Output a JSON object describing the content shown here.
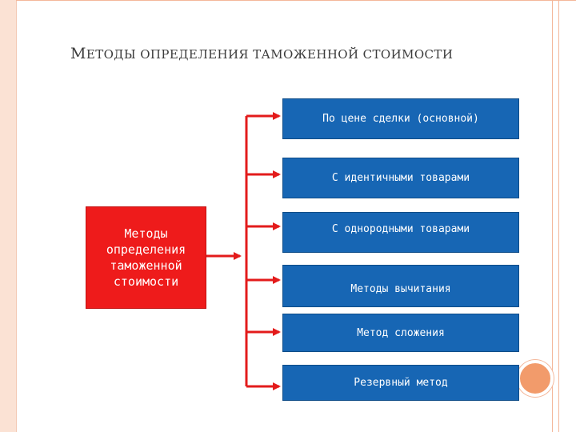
{
  "title": {
    "lead": "М",
    "rest": "ЕТОДЫ ОПРЕДЕЛЕНИЯ ТАМОЖЕННОЙ СТОИМОСТИ"
  },
  "source_box": "Методы определения таможенной стоимости",
  "methods": [
    "По цене сделки (основной)",
    "С идентичными товарами",
    "С однородными товарами",
    "Методы вычитания",
    "Метод сложения",
    "Резервный метод"
  ],
  "colors": {
    "source_box": "#ee1b1b",
    "method_box": "#1766b4",
    "arrow": "#e31b1b",
    "accent_frame": "#f29b6b"
  }
}
